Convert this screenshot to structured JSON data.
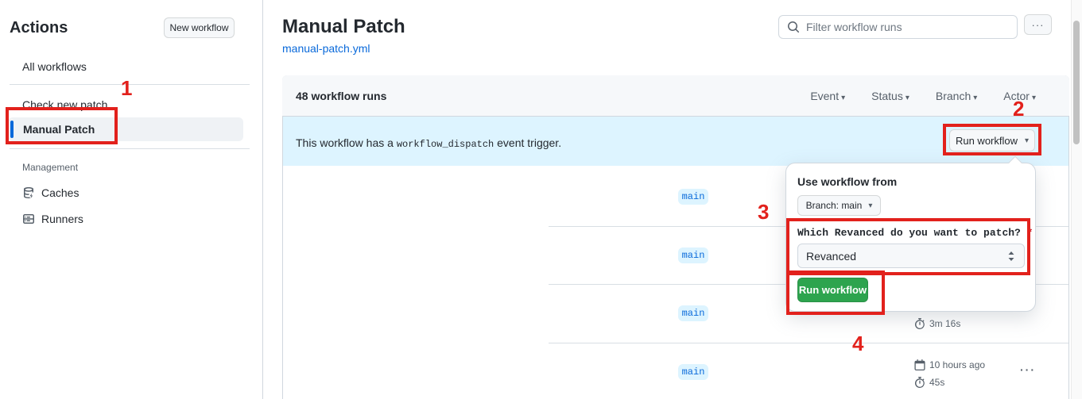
{
  "colors": {
    "accent_blue": "#0969da",
    "banner_blue": "#ddf4ff",
    "success_green": "#2da44e",
    "annotation_red": "#e2211c",
    "tab_underline_orange": "#fd8c73"
  },
  "icons": {
    "caret_down": "▾",
    "ellipsis": "···",
    "kebab": "···"
  },
  "sidebar": {
    "title": "Actions",
    "new_workflow_button": "New workflow",
    "items": [
      {
        "label": "All workflows"
      },
      {
        "label": "Check new patch"
      },
      {
        "label": "Manual Patch",
        "selected": true
      }
    ],
    "management": {
      "label": "Management",
      "items": [
        {
          "label": "Caches"
        },
        {
          "label": "Runners"
        }
      ]
    }
  },
  "header": {
    "title": "Manual Patch",
    "file_link": "manual-patch.yml"
  },
  "toolbar": {
    "filter_placeholder": "Filter workflow runs"
  },
  "runs_table": {
    "count_label": "48 workflow runs",
    "filters": [
      {
        "label": "Event"
      },
      {
        "label": "Status"
      },
      {
        "label": "Branch"
      },
      {
        "label": "Actor"
      }
    ],
    "banner": {
      "text_before": "This workflow has a ",
      "code": "workflow_dispatch",
      "text_after": " event trigger.",
      "run_workflow_label": "Run workflow"
    },
    "runs": [
      {
        "branch": "main"
      },
      {
        "branch": "main"
      },
      {
        "branch": "main",
        "duration": "3m 16s"
      },
      {
        "branch": "main",
        "date": "10 hours ago",
        "duration": "45s"
      }
    ]
  },
  "run_dialog": {
    "use_workflow_from": "Use workflow from",
    "branch_selector": "Branch: main",
    "input_label": "Which Revanced do you want to patch?",
    "required_marker": "*",
    "select_value": "Revanced",
    "submit_label": "Run workflow"
  },
  "annotations": {
    "step1": "1",
    "step2": "2",
    "step3": "3",
    "step4": "4"
  }
}
